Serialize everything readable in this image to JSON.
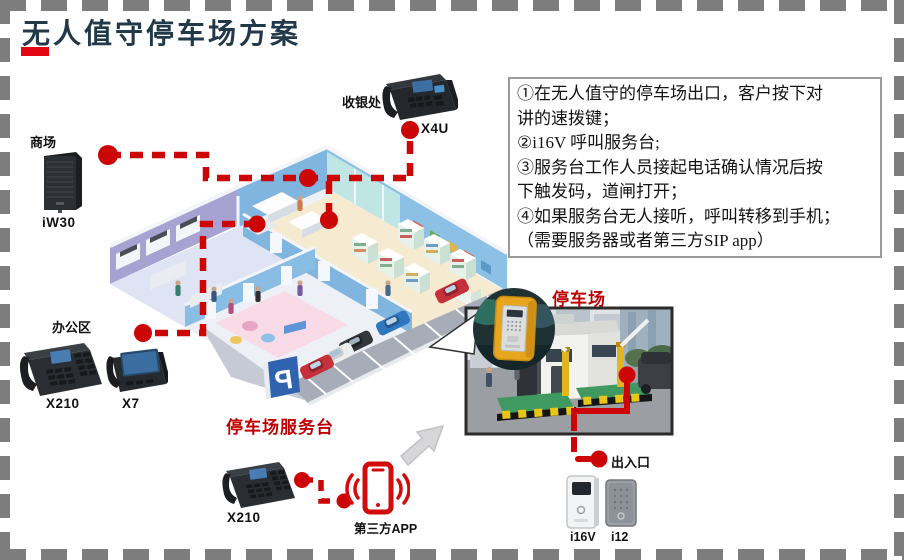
{
  "slide": {
    "title": "无人值守停车场方案"
  },
  "info_box": {
    "text": "①在无人值守的停车场出口，客户按下对\n讲的速拨键；\n②i16V 呼叫服务台;\n③服务台工作人员接起电话确认情况后按\n下触发码，道闸打开；\n④如果服务台无人接听，呼叫转移到手机；\n（需要服务器或者第三方SIP app）"
  },
  "labels": {
    "mall": "商场",
    "speaker_model": "iW30",
    "cashier": "收银处",
    "cashier_model": "X4U",
    "office": "办公区",
    "office_model_1": "X210",
    "office_model_2": "X7",
    "service_desk": "停车场服务台",
    "service_model": "X210",
    "app": "第三方APP",
    "parking": "停车场",
    "gate": "出入口",
    "door_model_1": "i16V",
    "door_model_2": "i12",
    "p_sign": "P"
  },
  "colors": {
    "accent_red": "#cc0606",
    "title_color": "#22394a",
    "border_gray": "#7d7d7d",
    "building_wall": "#7fb5de",
    "building_wall_left": "#a6a3d2",
    "floor_market": "#f6ead1",
    "floor_left": "#dfe4f4",
    "floor_kids": "#f8dbe7",
    "parking_gray": "#a7adb8"
  }
}
